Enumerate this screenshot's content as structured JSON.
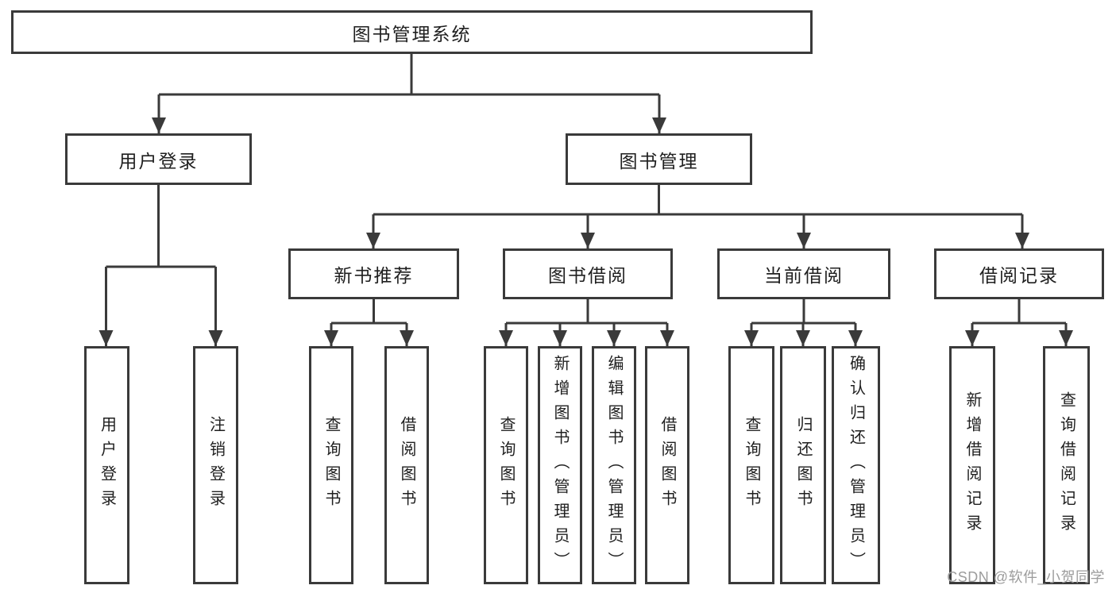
{
  "palette": {
    "background": "#ffffff",
    "line_color": "#3a3a3a",
    "box_border_color": "#3a3a3a",
    "box_fill": "#ffffff",
    "text_color": "#1f1f1f",
    "watermark_color": "#9c9c9c"
  },
  "watermark": {
    "text": "CSDN @软件_小贺同学"
  },
  "tree": {
    "root": {
      "label": "图书管理系统",
      "children": [
        {
          "label": "用户登录",
          "children": [
            {
              "label": "用户登录"
            },
            {
              "label": "注销登录"
            }
          ]
        },
        {
          "label": "图书管理",
          "children": [
            {
              "label": "新书推荐",
              "children": [
                {
                  "label": "查询图书"
                },
                {
                  "label": "借阅图书"
                }
              ]
            },
            {
              "label": "图书借阅",
              "children": [
                {
                  "label": "查询图书"
                },
                {
                  "label": "新增图书（管理员）"
                },
                {
                  "label": "编辑图书（管理员）"
                },
                {
                  "label": "借阅图书"
                }
              ]
            },
            {
              "label": "当前借阅",
              "children": [
                {
                  "label": "查询图书"
                },
                {
                  "label": "归还图书"
                },
                {
                  "label": "确认归还（管理员）"
                }
              ]
            },
            {
              "label": "借阅记录",
              "children": [
                {
                  "label": "新增借阅记录"
                },
                {
                  "label": "查询借阅记录"
                }
              ]
            }
          ]
        }
      ]
    }
  }
}
